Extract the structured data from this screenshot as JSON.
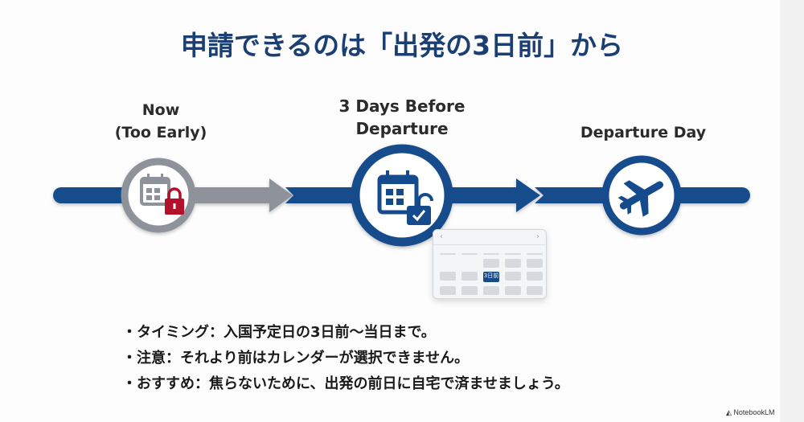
{
  "title": "申請できるのは「出発の3日前」から",
  "steps": [
    {
      "line1": "Now",
      "line2": "(Too Early)",
      "icon": "calendar-lock-icon"
    },
    {
      "line1": "3 Days Before",
      "line2": "Departure",
      "icon": "calendar-unlock-check-icon"
    },
    {
      "line1": "Departure Day",
      "icon": "airplane-icon"
    }
  ],
  "calendar": {
    "prev": "‹",
    "next": "›",
    "selected_label": "3日前"
  },
  "bullets": [
    "・タイミング：入国予定日の3日前〜当日まで。",
    "・注意：それより前はカレンダーが選択できません。",
    "・おすすめ：焦らないために、出発の前日に自宅で済ませましょう。"
  ],
  "logo": "NotebookLM",
  "colors": {
    "navy": "#154b8c",
    "gray": "#8e939b",
    "lock_red": "#b3102a",
    "title": "#1b3f73"
  }
}
